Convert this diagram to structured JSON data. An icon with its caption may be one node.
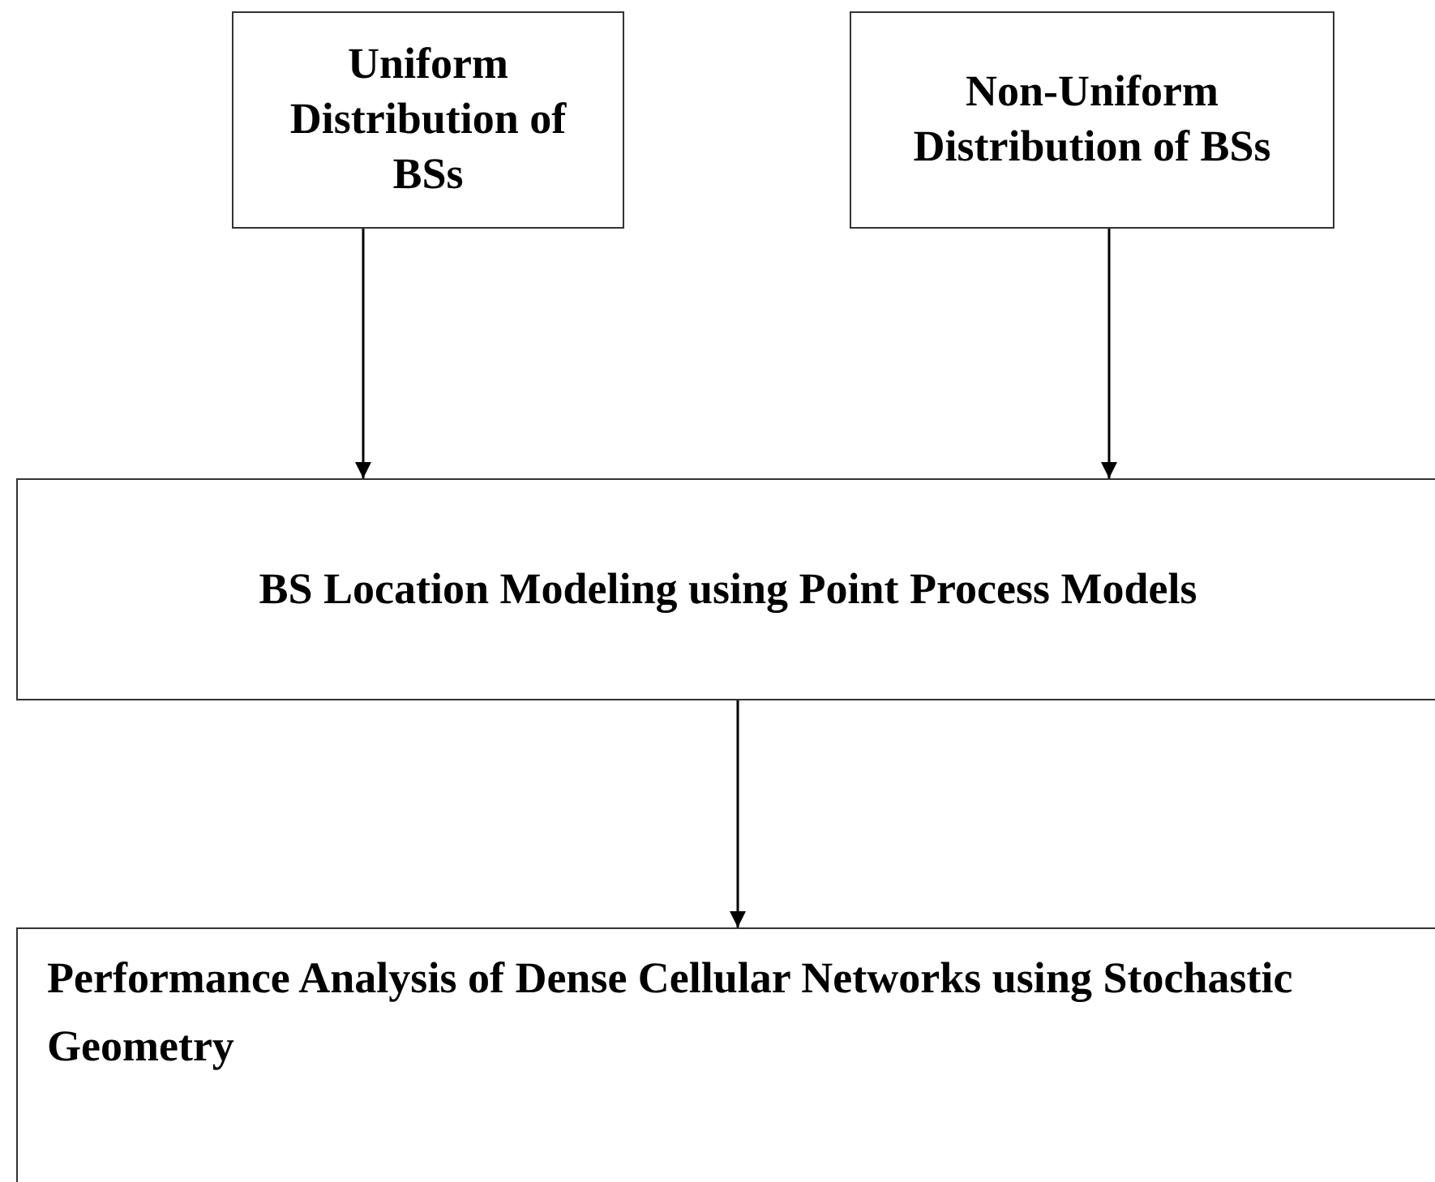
{
  "diagram": {
    "nodes": [
      {
        "text": [
          "Uniform Distribution of BSs"
        ]
      },
      {
        "text": [
          "Non-Uniform Distribution of BSs"
        ]
      },
      {
        "text": [
          "BS Location Modeling using Point Process Models"
        ]
      },
      {
        "text": [
          "Performance Analysis of Dense Cellular Networks using Stochastic Geometry"
        ]
      }
    ],
    "edges": [
      {
        "from": 0,
        "to": 2,
        "arrow": "to"
      },
      {
        "from": 1,
        "to": 2,
        "arrow": "to"
      },
      {
        "from": 2,
        "to": 3,
        "arrow": "to"
      }
    ]
  }
}
